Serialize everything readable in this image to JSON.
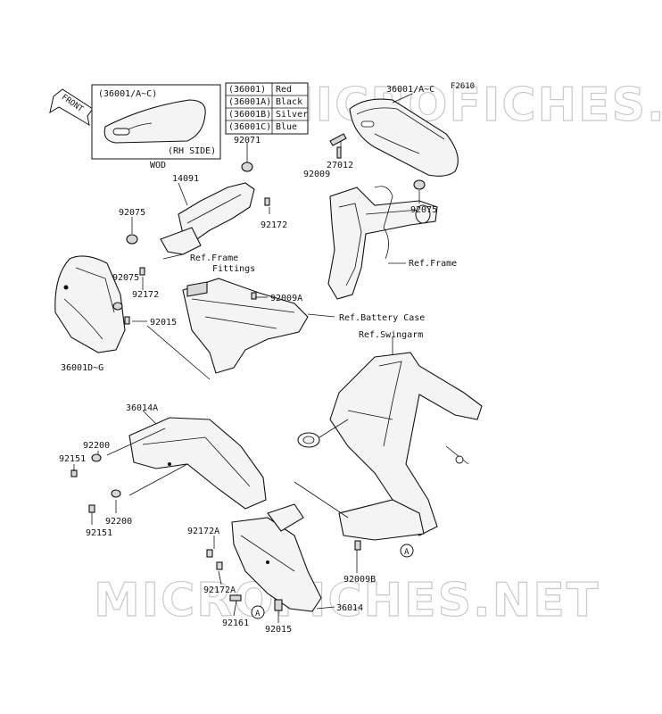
{
  "figure_code": "F2610",
  "watermark_text": "MICROFICHES.NET",
  "front_arrow_label": "FRONT",
  "inset": {
    "part_ref": "(36001/A~C)",
    "side_note": "(RH SIDE)",
    "label": "WOD"
  },
  "color_table": [
    {
      "code": "(36001)",
      "color": "Red"
    },
    {
      "code": "(36001A)",
      "color": "Black"
    },
    {
      "code": "(36001B)",
      "color": "Silver"
    },
    {
      "code": "(36001C)",
      "color": "Blue"
    }
  ],
  "part_labels": {
    "p36001_ac": "36001/A~C",
    "p92071": "92071",
    "p92009": "92009",
    "p27012": "27012",
    "p92075_right": "92075",
    "p14091": "14091",
    "p92075_left": "92075",
    "p92172_top": "92172",
    "p92075_mid": "92075",
    "p92172_mid": "92172",
    "p92015_top": "92015",
    "p36001_dg": "36001D~G",
    "p92009a": "92009A",
    "p36014a": "36014A",
    "p92200_top": "92200",
    "p92151_top": "92151",
    "p92200_bot": "92200",
    "p92151_bot": "92151",
    "p92172a_top": "92172A",
    "p92172a_bot": "92172A",
    "p92009b": "92009B",
    "p92161": "92161",
    "p92015_bot": "92015",
    "p36014": "36014",
    "marker_a": "A"
  },
  "ref_labels": {
    "frame_fittings_1": "Ref.Frame",
    "frame_fittings_2": "Fittings",
    "frame": "Ref.Frame",
    "battery_case": "Ref.Battery Case",
    "swingarm": "Ref.Swingarm"
  }
}
